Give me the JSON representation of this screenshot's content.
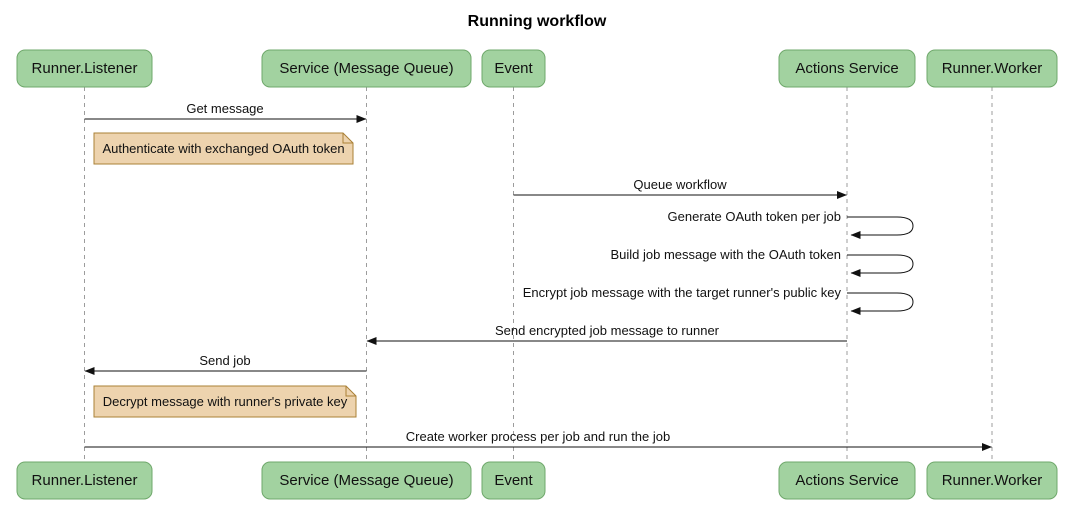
{
  "title": "Running workflow",
  "participants": [
    {
      "label": "Runner.Listener"
    },
    {
      "label": "Service (Message Queue)"
    },
    {
      "label": "Event"
    },
    {
      "label": "Actions Service"
    },
    {
      "label": "Runner.Worker"
    }
  ],
  "messages": {
    "get_message": "Get message",
    "queue_workflow": "Queue workflow",
    "generate_token": "Generate OAuth token per job",
    "build_job_message": "Build job message with the OAuth token",
    "encrypt_job_message": "Encrypt job message with the target runner's public key",
    "send_encrypted": "Send encrypted job message to runner",
    "send_job": "Send job",
    "create_worker": "Create worker process per job and run the job"
  },
  "notes": {
    "authenticate": "Authenticate with exchanged OAuth token",
    "decrypt": "Decrypt message with runner's private key"
  },
  "colors": {
    "participant_fill": "#a2d2a0",
    "participant_border": "#6fa86b",
    "note_fill": "#edd3ae",
    "note_border": "#aa8036",
    "message_line": "#111111",
    "lifeline": "#9c9c9c"
  }
}
